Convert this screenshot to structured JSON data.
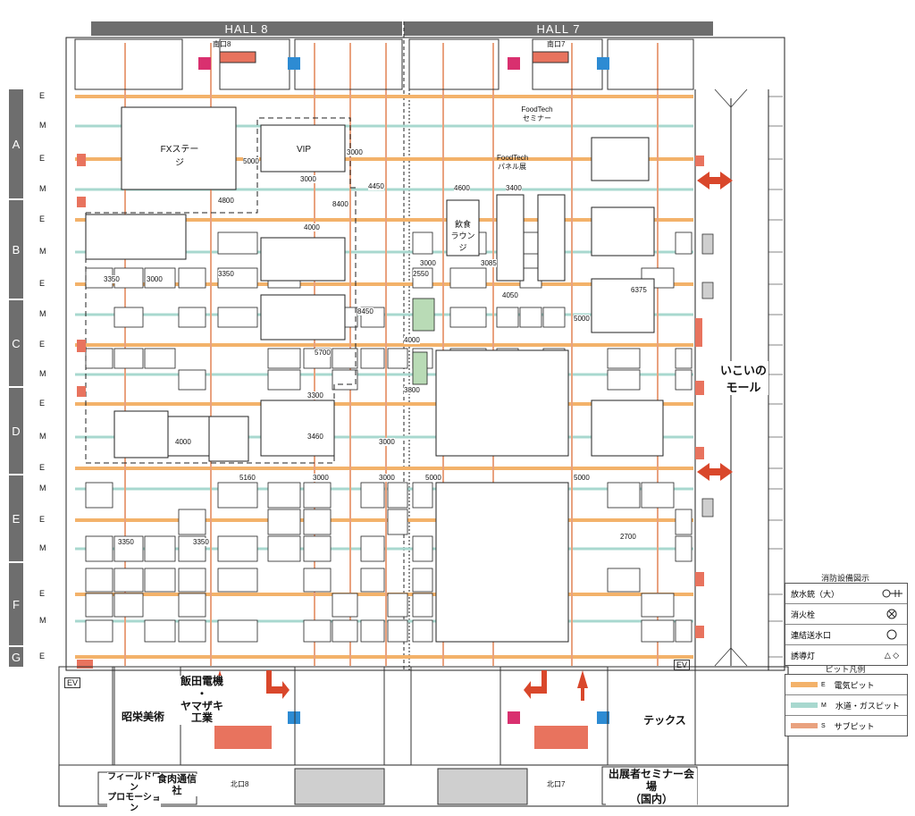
{
  "halls": {
    "hall8": "HALL 8",
    "hall7": "HALL 7"
  },
  "entrances": {
    "south8": "南口8",
    "south7": "南口7",
    "north8": "北口8",
    "north7": "北口7"
  },
  "zones": [
    "A",
    "B",
    "C",
    "D",
    "E",
    "F",
    "G"
  ],
  "row_markers": [
    "E",
    "M",
    "E",
    "M",
    "E",
    "M",
    "E",
    "M",
    "E",
    "M",
    "E",
    "M",
    "E",
    "M",
    "E",
    "M",
    "E",
    "M",
    "E"
  ],
  "booths_major": {
    "fx_stage": "FXステージ",
    "vip": "VIP",
    "foodtech_seminar": "FoodTech\nセミナー",
    "foodtech_panel": "FoodTech\nパネル展",
    "ikoi_mall": "いこいの\nモール",
    "insyoku_lounge": "飲食\nラウンジ"
  },
  "dimensions": [
    "5000",
    "3000",
    "4800",
    "8400",
    "4000",
    "3000",
    "3085",
    "4050",
    "6375",
    "5000",
    "3350",
    "3000",
    "3350",
    "8450",
    "5700",
    "4000",
    "3800",
    "3460",
    "4000",
    "3000",
    "3300",
    "5160",
    "3000",
    "3000",
    "5000",
    "5000",
    "3350",
    "3350",
    "2700",
    "3000",
    "2550",
    "4600",
    "3400",
    "4450"
  ],
  "outer_labels": {
    "shoei_bijutsu": "昭栄美術",
    "iida_denki": "飯田電機\n・\nヤマザキ\n工業",
    "techs": "テックス",
    "field_one": "フィールドワン\nプロモーション",
    "shokuniku": "食肉通信社",
    "seminar_hall": "出展者セミナー会場\n（国内）",
    "ev": "EV"
  },
  "fire_legend": {
    "title": "消防設備図示",
    "rows": [
      {
        "label": "放水銃（大）",
        "icon": "hose-gun-icon"
      },
      {
        "label": "消火栓",
        "icon": "hydrant-icon"
      },
      {
        "label": "連結送水口",
        "icon": "circle-icon"
      },
      {
        "label": "誘導灯",
        "icon": "triangle-diamond-icon",
        "symbol": "△ ◇"
      }
    ]
  },
  "pit_legend": {
    "title": "ピット凡例",
    "rows": [
      {
        "code": "E",
        "label": "電気ピット",
        "color": "#f3b26a"
      },
      {
        "code": "M",
        "label": "水道・ガスピット",
        "color": "#a8d8cf"
      },
      {
        "code": "S",
        "label": "サブピット",
        "color": "#e9a27f"
      }
    ]
  },
  "colors": {
    "electric_pit": "#f3b26a",
    "water_pit": "#a8d8cf",
    "sub_pit": "#e9a27f",
    "red_zone": "#e8735e",
    "arrow_red": "#d9472b",
    "restroom_pink": "#d9306f",
    "restroom_blue": "#2d8bd3",
    "bar_gray": "#6e6e6e",
    "green_booth": "#b9dbb6"
  }
}
